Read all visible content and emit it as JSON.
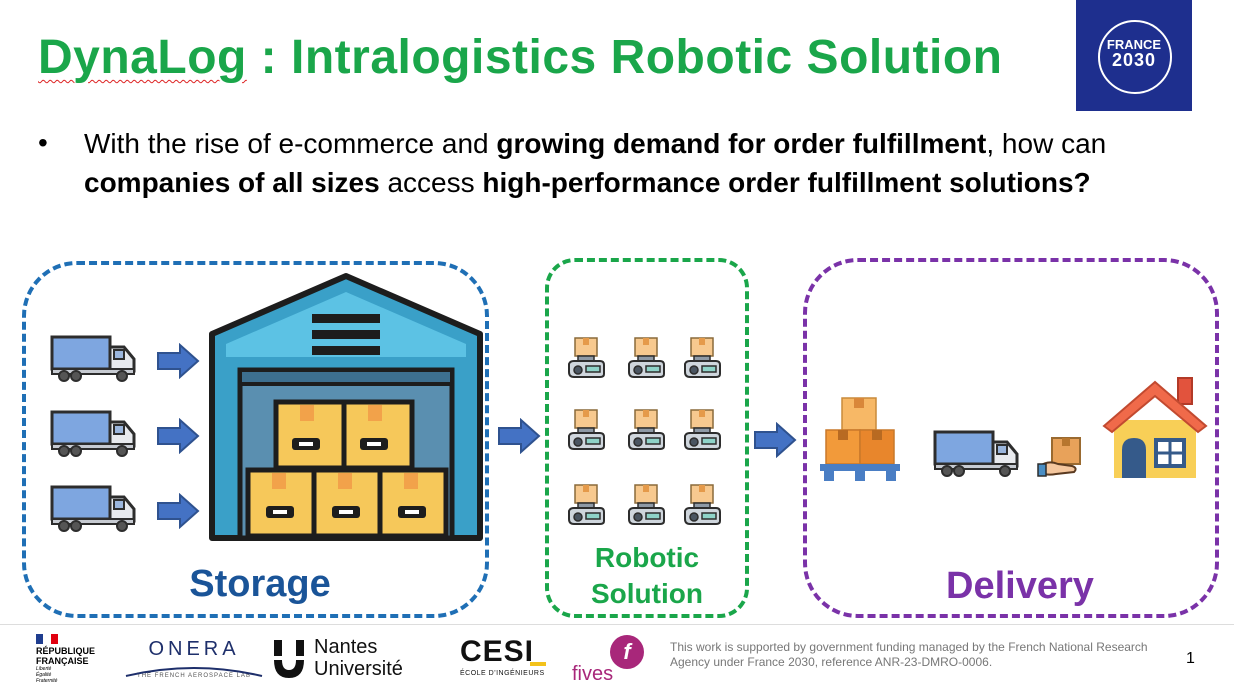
{
  "slide": {
    "title_part1": "DynaLog",
    "title_part2": " : Intralogistics Robotic Solution",
    "bullet_symbol": "•",
    "para": {
      "t1": "With the rise of e-commerce and ",
      "b1": "growing demand for order fulfillment",
      "t2": ", how can ",
      "b2": "companies of all sizes",
      "t3": " access ",
      "b3": "high-performance order fulfillment solutions?"
    }
  },
  "sections": {
    "storage_label": "Storage",
    "robot_label_line1": "Robotic",
    "robot_label_line2": "Solution",
    "delivery_label": "Delivery"
  },
  "colors": {
    "title_green": "#1aa64a",
    "storage_blue": "#1f6fb5",
    "robotic_green": "#1aa64a",
    "delivery_purple": "#7a32a8",
    "arrow_blue": "#4472c4"
  },
  "logos": {
    "france2030_line1": "FRANCE",
    "france2030_line2": "2030",
    "rf_line1": "RÉPUBLIQUE",
    "rf_line2": "FRANÇAISE",
    "rf_motto1": "Liberté",
    "rf_motto2": "Égalité",
    "rf_motto3": "Fraternité",
    "onera": "ONERA",
    "onera_sub": "THE FRENCH AEROSPACE LAB",
    "nantes_line1": "Nantes",
    "nantes_line2": "Université",
    "cesi": "CESI",
    "cesi_sub": "ÉCOLE D'INGÉNIEURS",
    "fives": "fives",
    "fives_mark": "f"
  },
  "footer": {
    "funding": "This work is supported by government funding managed by the French National Research Agency under France 2030, reference ANR-23-DMRO-0006.",
    "page_number": "1"
  },
  "icons": [
    "truck-icon",
    "arrow-right-icon",
    "warehouse-icon",
    "delivery-robot-icon",
    "pallet-boxes-icon",
    "parcel-hand-icon",
    "house-icon"
  ]
}
